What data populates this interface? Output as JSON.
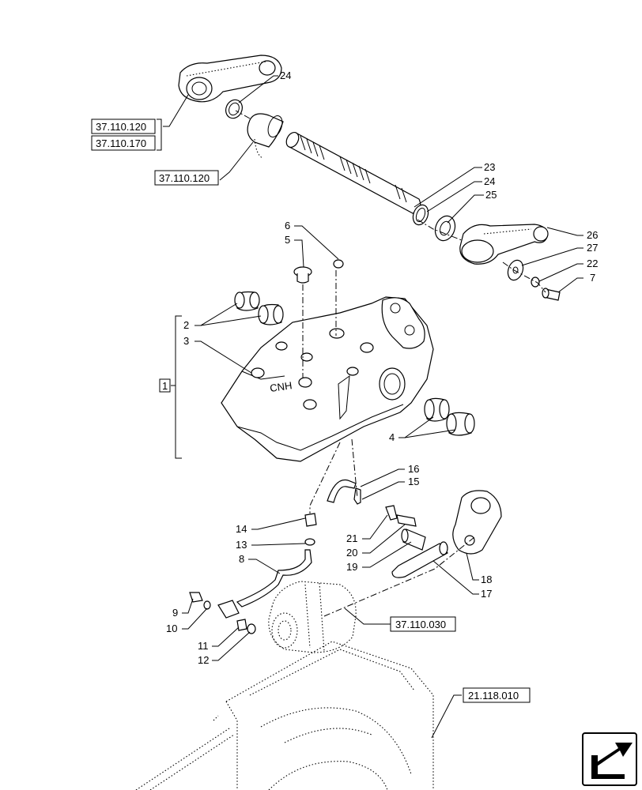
{
  "callouts": [
    {
      "num": "24"
    },
    {
      "num": "23"
    },
    {
      "num": "24"
    },
    {
      "num": "25"
    },
    {
      "num": "26"
    },
    {
      "num": "27"
    },
    {
      "num": "22"
    },
    {
      "num": "7"
    },
    {
      "num": "6"
    },
    {
      "num": "5"
    },
    {
      "num": "2"
    },
    {
      "num": "3"
    },
    {
      "num": "4"
    },
    {
      "num": "16"
    },
    {
      "num": "15"
    },
    {
      "num": "14"
    },
    {
      "num": "13"
    },
    {
      "num": "8"
    },
    {
      "num": "21"
    },
    {
      "num": "20"
    },
    {
      "num": "19"
    },
    {
      "num": "18"
    },
    {
      "num": "17"
    },
    {
      "num": "9"
    },
    {
      "num": "10"
    },
    {
      "num": "11"
    },
    {
      "num": "12"
    }
  ],
  "group_label": "1",
  "references": [
    {
      "code": "37.110.120"
    },
    {
      "code": "37.110.170"
    },
    {
      "code": "37.110.120"
    },
    {
      "code": "37.110.030"
    },
    {
      "code": "21.118.010"
    }
  ],
  "nav_button": {
    "icon": "arrow-icon"
  }
}
